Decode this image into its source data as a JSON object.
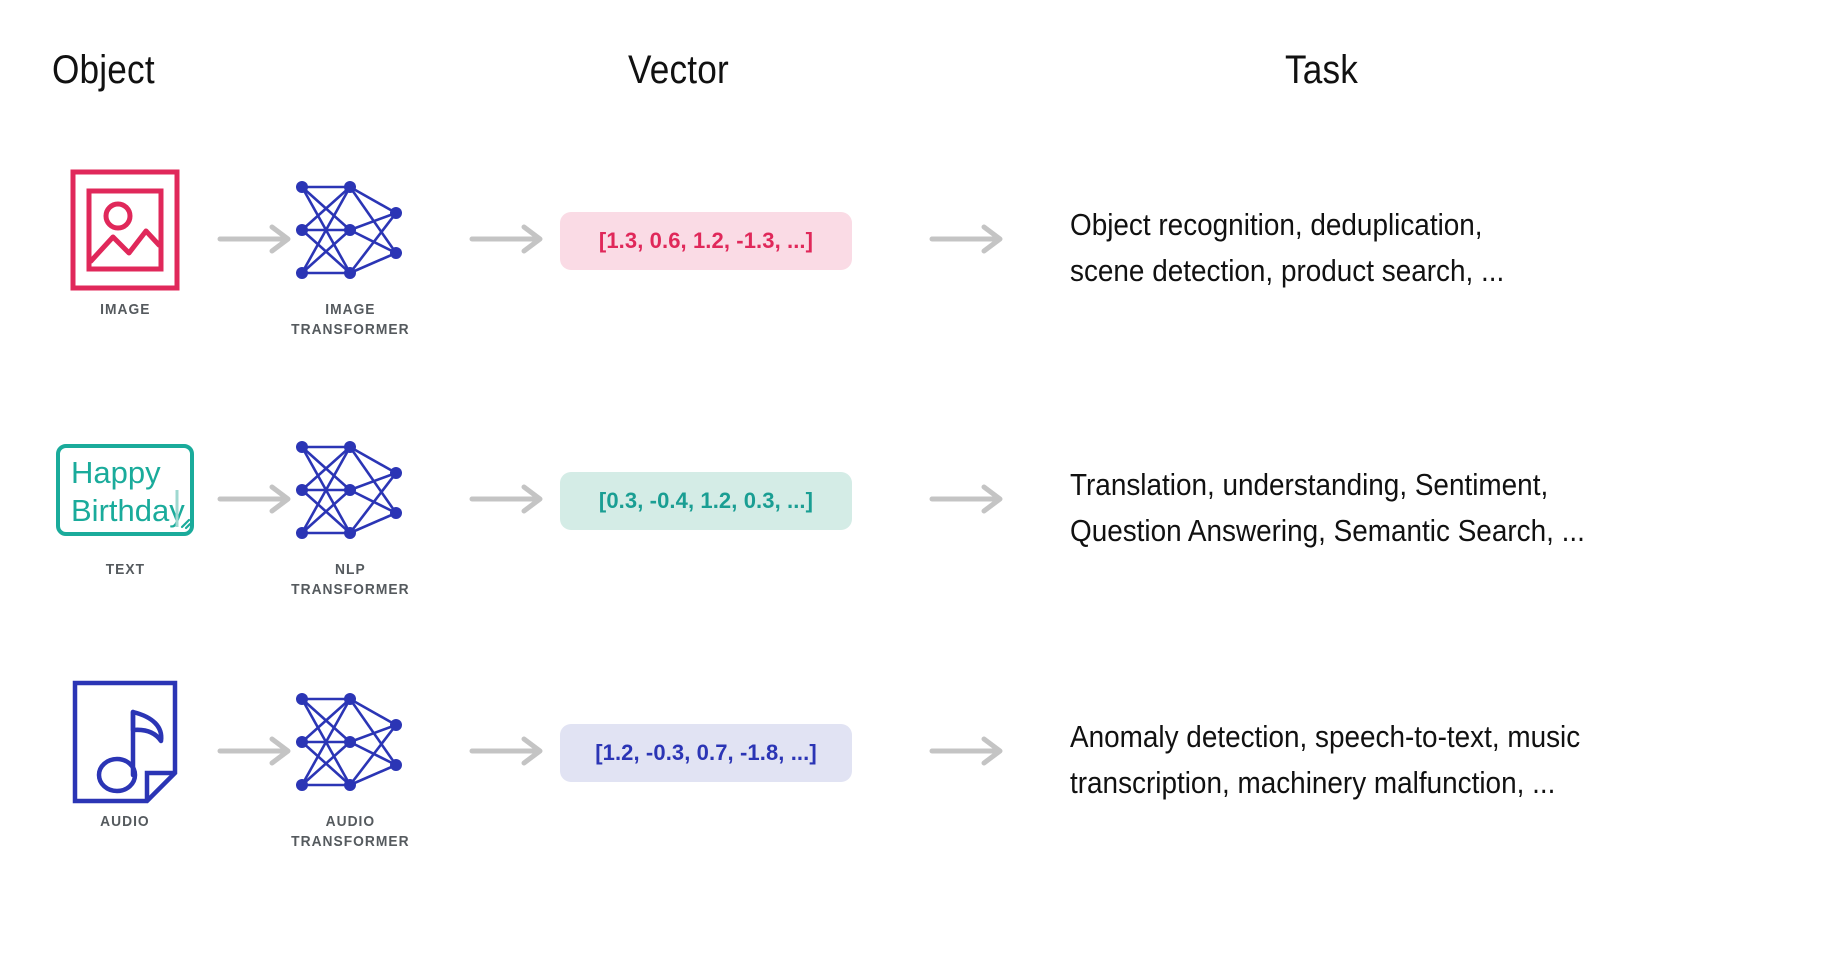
{
  "headers": {
    "object": "Object",
    "vector": "Vector",
    "task": "Task"
  },
  "colors": {
    "image_accent": "#e0285a",
    "image_badge_bg": "#fadbe5",
    "image_badge_text": "#e0285a",
    "text_accent": "#1aab9b",
    "text_badge_bg": "#d4ece6",
    "text_badge_text": "#1a9e93",
    "audio_accent": "#2b35b5",
    "audio_badge_bg": "#e1e3f3",
    "audio_badge_text": "#2b35b5",
    "arrow": "#c4c4c4",
    "caption": "#555a5e",
    "body_text": "#111111"
  },
  "rows": [
    {
      "id": "image",
      "object_icon": "image-icon",
      "object_caption": "IMAGE",
      "model_icon": "neural-network-icon",
      "model_caption": "IMAGE\nTRANSFORMER",
      "vector": "[1.3, 0.6, 1.2, -1.3, ...]",
      "vector_values": [
        1.3,
        0.6,
        1.2,
        -1.3
      ],
      "task": "Object recognition, deduplication,\nscene detection, product search, ..."
    },
    {
      "id": "text",
      "object_icon": "text-box-icon",
      "object_icon_text_line1": "Happy",
      "object_icon_text_line2": "Birthday",
      "object_caption": "TEXT",
      "model_icon": "neural-network-icon",
      "model_caption": "NLP\nTRANSFORMER",
      "vector": "[0.3, -0.4, 1.2, 0.3, ...]",
      "vector_values": [
        0.3,
        -0.4,
        1.2,
        0.3
      ],
      "task": "Translation, understanding, Sentiment,\nQuestion Answering, Semantic Search, ..."
    },
    {
      "id": "audio",
      "object_icon": "audio-file-icon",
      "object_caption": "AUDIO",
      "model_icon": "neural-network-icon",
      "model_caption": "AUDIO\nTRANSFORMER",
      "vector": "[1.2, -0.3, 0.7, -1.8, ...]",
      "vector_values": [
        1.2,
        -0.3,
        0.7,
        -1.8
      ],
      "task": "Anomaly detection, speech-to-text, music\ntranscription, machinery malfunction, ..."
    }
  ],
  "arrows": {
    "icon": "arrow-right-icon",
    "count_per_row": 3
  }
}
